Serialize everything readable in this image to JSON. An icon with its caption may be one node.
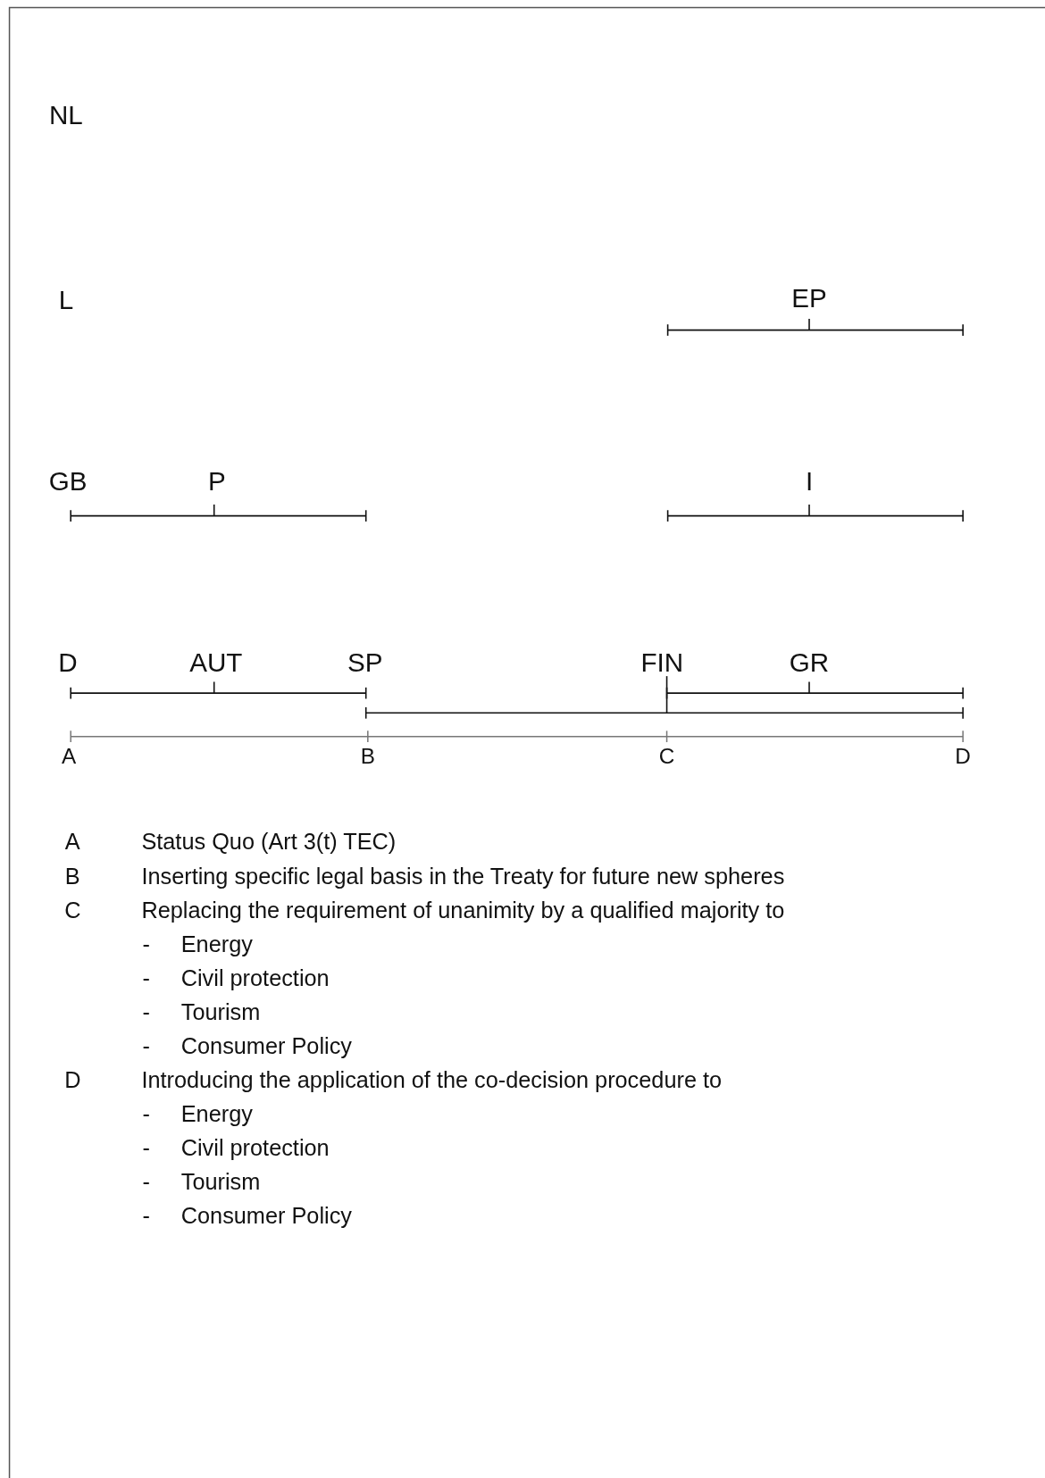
{
  "diagram": {
    "labels": [
      "NL",
      "L",
      "EP",
      "GB",
      "P",
      "I",
      "D",
      "AUT",
      "SP",
      "FIN",
      "GR",
      "A",
      "B",
      "C",
      "D",
      "A",
      "Status Quo (Art 3(t) TEC)",
      "B",
      "Inserting specific legal basis in the Treaty for future new spheres",
      "C",
      "Replacing the requirement of unanimity by a qualified majority to",
      "-",
      "Energy",
      "-",
      "Civil protection",
      "-",
      "Tourism",
      "-",
      "Consumer Policy",
      "D",
      "Introducing the application of the co-decision procedure to",
      "-",
      "Energy",
      "-",
      "Civil protection",
      "-",
      "Tourism",
      "-",
      "Consumer Policy"
    ]
  }
}
